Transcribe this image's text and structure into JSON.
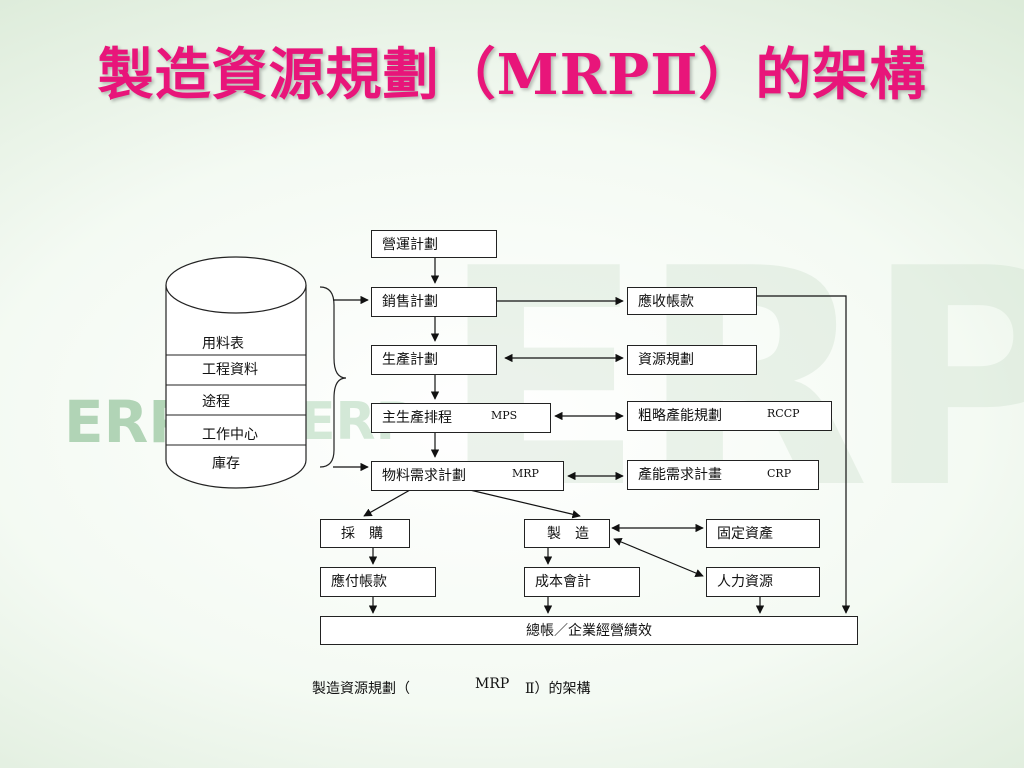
{
  "title": "製造資源規劃（MRPⅡ）的架構",
  "watermark": {
    "big": "ERP",
    "left": "ERP",
    "mid": "ERP"
  },
  "database": {
    "items": [
      "用料表",
      "工程資料",
      "途程",
      "工作中心",
      "庫存"
    ]
  },
  "boxes": {
    "business_plan": "營運計劃",
    "sales_plan": "銷售計劃",
    "accounts_receivable": "應收帳款",
    "production_plan": "生產計劃",
    "resource_plan": "資源規劃",
    "mps": "主生產排程",
    "mps_abbr": "MPS",
    "rccp": "粗略產能規劃",
    "rccp_abbr": "RCCP",
    "mrp": "物料需求計劃",
    "mrp_abbr": "MRP",
    "crp": "產能需求計畫",
    "crp_abbr": "CRP",
    "purchasing": "採　購",
    "manufacturing": "製　造",
    "fixed_assets": "固定資產",
    "accounts_payable": "應付帳款",
    "cost_accounting": "成本會計",
    "human_resources": "人力資源",
    "general_ledger": "總帳／企業經營績效"
  },
  "caption": {
    "part1": "製造資源規劃（",
    "part2": "MRP",
    "part3": "Ⅱ）的架構"
  }
}
